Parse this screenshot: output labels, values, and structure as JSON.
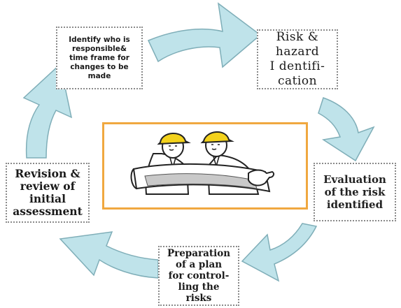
{
  "colors": {
    "arrow_fill": "#bfe3ea",
    "arrow_stroke": "#7faeb8",
    "box_border": "#8a8a8a",
    "image_frame": "#f0a840",
    "helmet": "#f3d21c"
  },
  "cycle": {
    "steps": [
      {
        "id": "identify",
        "text": "Identify who is\nresponsible&\ntime frame for\nchanges to be\nmade"
      },
      {
        "id": "risk",
        "text": "Risk &\nhazard\nI dentifi-\ncation"
      },
      {
        "id": "evaluation",
        "text": "Evaluation\nof the risk\nidentified"
      },
      {
        "id": "preparation",
        "text": "Preparation\nof a plan\nfor  control-\nling the\nrisks"
      },
      {
        "id": "revision",
        "text": "Revision &\nreview of\ninitial\nassessment"
      }
    ],
    "center_image": {
      "icon": "engineers-with-hardhats-reviewing-plans"
    }
  }
}
